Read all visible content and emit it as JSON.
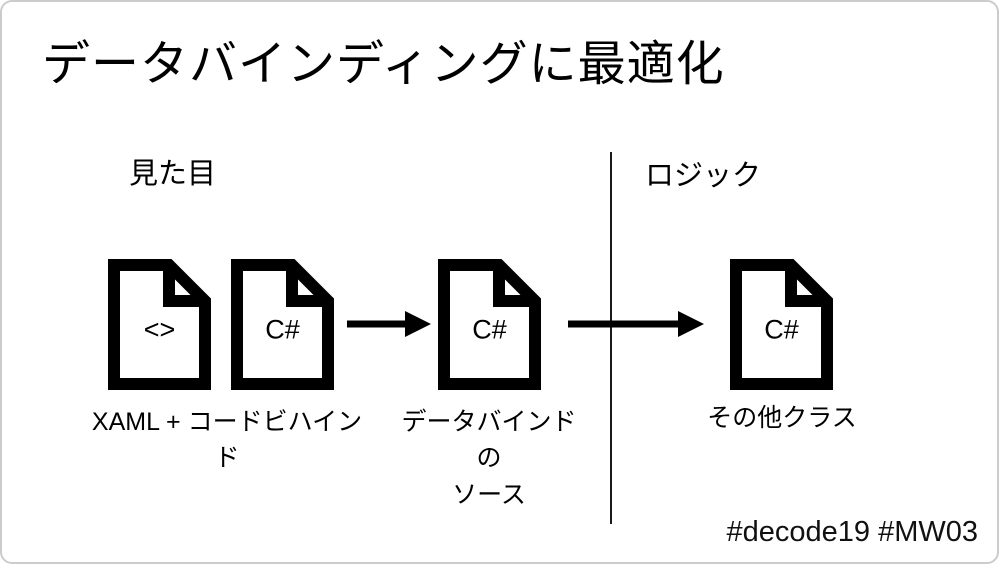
{
  "slide": {
    "title": "データバインディングに最適化",
    "footer": "#decode19 #MW03"
  },
  "sections": {
    "left_label": "見た目",
    "right_label": "ロジック"
  },
  "diagram": {
    "groups": [
      {
        "icons": [
          {
            "symbol": "<>"
          },
          {
            "symbol": "C#"
          }
        ],
        "caption": "XAML + コードビハインド"
      },
      {
        "icons": [
          {
            "symbol": "C#"
          }
        ],
        "caption": "データバインドの\nソース"
      },
      {
        "icons": [
          {
            "symbol": "C#"
          }
        ],
        "caption": "その他クラス"
      }
    ],
    "colors": {
      "shape": "#000000",
      "divider": "#1a1a1a",
      "slide_border": "#cccccc"
    }
  }
}
